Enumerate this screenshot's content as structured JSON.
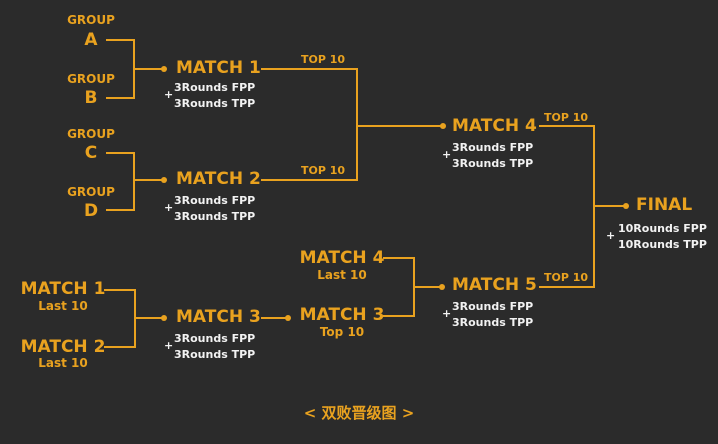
{
  "colors": {
    "background": "#2b2b2b",
    "accent": "#e9a21f",
    "text_secondary": "#f2f2f2"
  },
  "groups": {
    "a": {
      "label": "GROUP",
      "letter": "A"
    },
    "b": {
      "label": "GROUP",
      "letter": "B"
    },
    "c": {
      "label": "GROUP",
      "letter": "C"
    },
    "d": {
      "label": "GROUP",
      "letter": "D"
    }
  },
  "match1": {
    "title": "MATCH 1",
    "line1": "3Rounds FPP",
    "plus": "+",
    "line2": "3Rounds TPP",
    "advance": "TOP 10"
  },
  "match2": {
    "title": "MATCH 2",
    "line1": "3Rounds FPP",
    "plus": "+",
    "line2": "3Rounds TPP",
    "advance": "TOP 10"
  },
  "match3": {
    "title": "MATCH 3",
    "line1": "3Rounds FPP",
    "plus": "+",
    "line2": "3Rounds TPP"
  },
  "match4": {
    "title": "MATCH 4",
    "line1": "3Rounds FPP",
    "plus": "+",
    "line2": "3Rounds TPP",
    "advance": "TOP 10"
  },
  "match5": {
    "title": "MATCH 5",
    "line1": "3Rounds FPP",
    "plus": "+",
    "line2": "3Rounds TPP",
    "advance": "TOP 10"
  },
  "final": {
    "title": "FINAL",
    "line1": "10Rounds FPP",
    "plus": "+",
    "line2": "10Rounds TPP"
  },
  "losers": {
    "m1": {
      "title": "MATCH 1",
      "sub": "Last 10"
    },
    "m2": {
      "title": "MATCH 2",
      "sub": "Last 10"
    },
    "m4": {
      "title": "MATCH 4",
      "sub": "Last 10"
    },
    "m3": {
      "title": "MATCH 3",
      "sub": "Top 10"
    }
  },
  "caption": "< 双败晋级图 >"
}
